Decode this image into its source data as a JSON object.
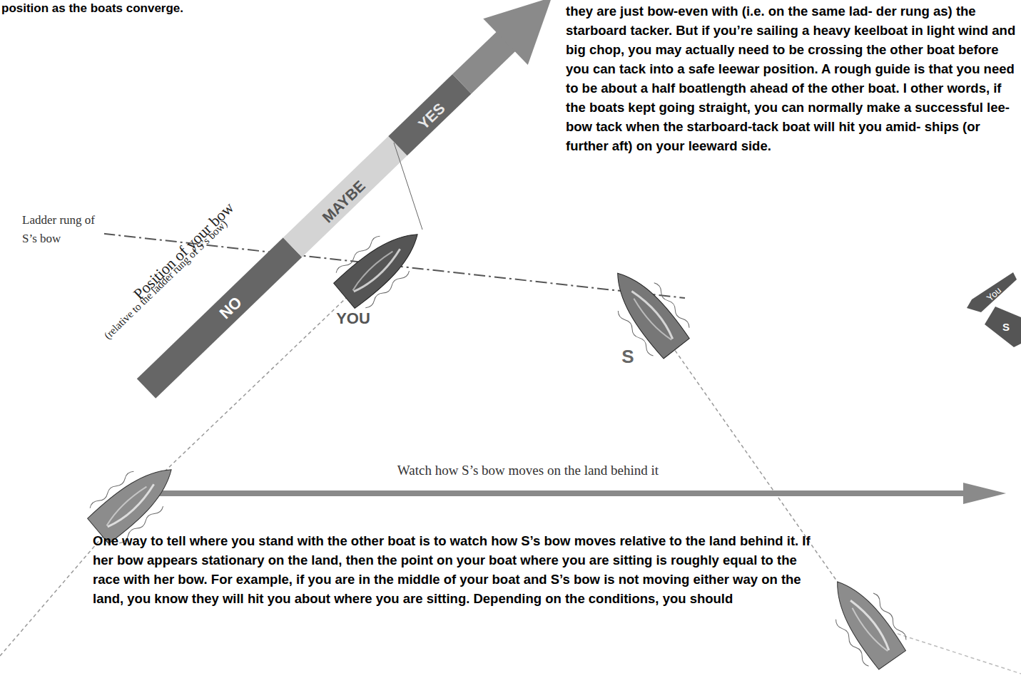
{
  "diagram": {
    "labels": [
      "position as the boats converge.",
      "they are just bow-even with (i.e. on the same lad- der rung as) the starboard tacker. But if you’re sailing a heavy keelboat in light wind and big chop, you may actually need to be crossing the other boat before you can tack into a safe leewar position. A rough guide is that you need to be about a half boatlength ahead of the other boat. I other words, if the boats kept going straight, you can normally make a successful lee-bow tack when the starboard-tack boat will hit you amid- ships (or further aft) on your leeward side.",
      "Ladder rung of S’s bow",
      "Position of your bow",
      "(relative to the ladder rung of S’s bow)",
      "NO",
      "MAYBE",
      "YES",
      "YOU",
      "S",
      "Watch how S’s bow moves on the land behind it",
      "You",
      "S",
      "One way to tell where you stand with the other boat is to watch how S’s bow moves relative to the land behind it. If her bow appears stationary on the land, then the point on your boat where you are sitting is roughly equal to the race with her bow. For example, if you are in the middle of your boat and S’s bow is not moving either way on the land, you know they will hit you about where you are sitting. Depending on the conditions, you should"
    ]
  }
}
